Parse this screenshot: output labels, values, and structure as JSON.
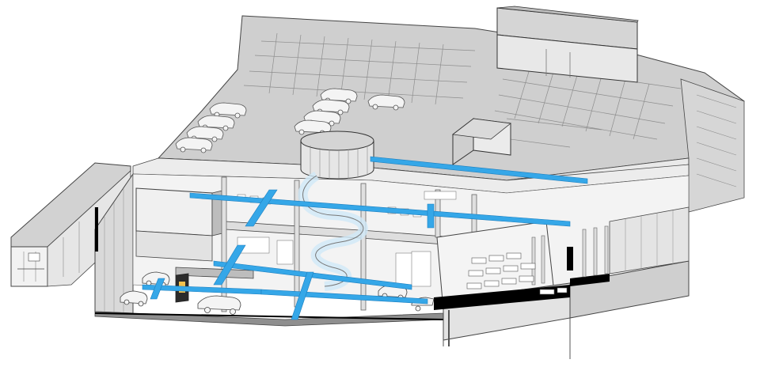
{
  "colors": {
    "background": "#ffffff",
    "roof": "#c9c9c9",
    "roof_light": "#d9d9d9",
    "wall_light": "#e6e6e6",
    "wall_mid": "#bfbfbf",
    "wall_dark": "#9a9a9a",
    "line": "#444444",
    "duct": "#35a7e8",
    "duct_edge": "#1c7fbf",
    "black_band": "#000000",
    "car": "#f2f2f2",
    "glass_tint": "#cfe9f7"
  },
  "icons": [
    "parked-car-icon",
    "hvac-duct",
    "spiral-ramp",
    "cylindrical-rotunda",
    "office-desks",
    "rooftop-penthouse"
  ]
}
